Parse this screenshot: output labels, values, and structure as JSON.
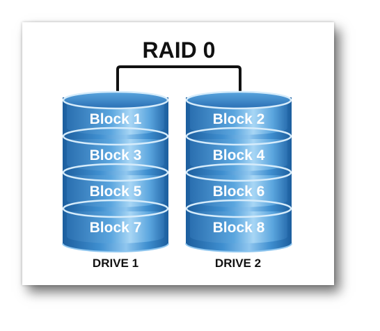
{
  "title": "RAID 0",
  "drives": [
    {
      "label": "DRIVE 1",
      "blocks": [
        "Block 1",
        "Block 3",
        "Block 5",
        "Block 7"
      ]
    },
    {
      "label": "DRIVE 2",
      "blocks": [
        "Block 2",
        "Block 4",
        "Block 6",
        "Block 8"
      ]
    }
  ],
  "colors": {
    "cylinder_dark": "#1c5e9e",
    "cylinder_mid": "#3f8fd0",
    "cylinder_light": "#8fc6ef",
    "cap_top": "#2f78bd",
    "cap_rim": "#d6ecfb",
    "connector": "#111111"
  }
}
